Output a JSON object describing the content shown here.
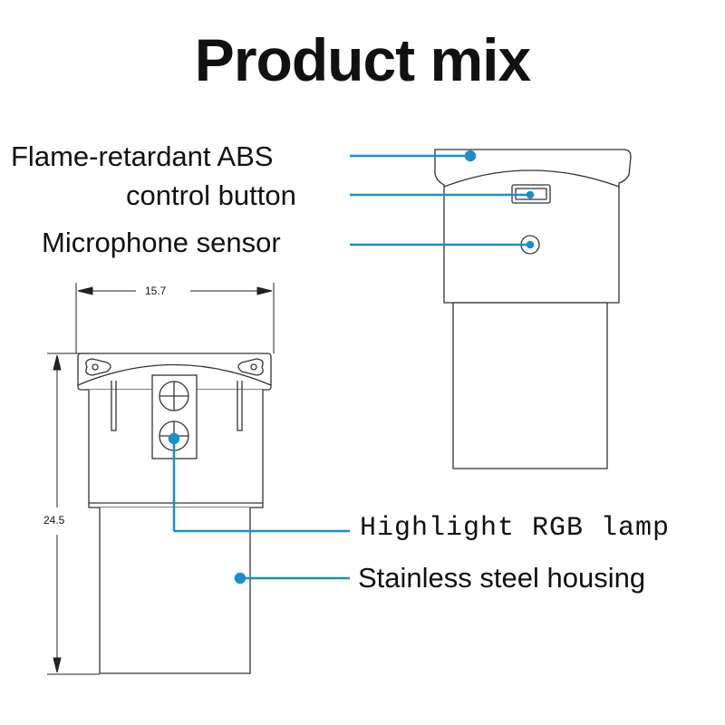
{
  "title": "Product mix",
  "accent_color": "#1a8fc9",
  "labels": {
    "abs": "Flame-retardant ABS",
    "button": "control button",
    "mic": "Microphone sensor",
    "rgb": "Highlight RGB lamp",
    "housing": "Stainless steel housing"
  },
  "dimensions": {
    "width": "15.7",
    "height": "24.5"
  }
}
